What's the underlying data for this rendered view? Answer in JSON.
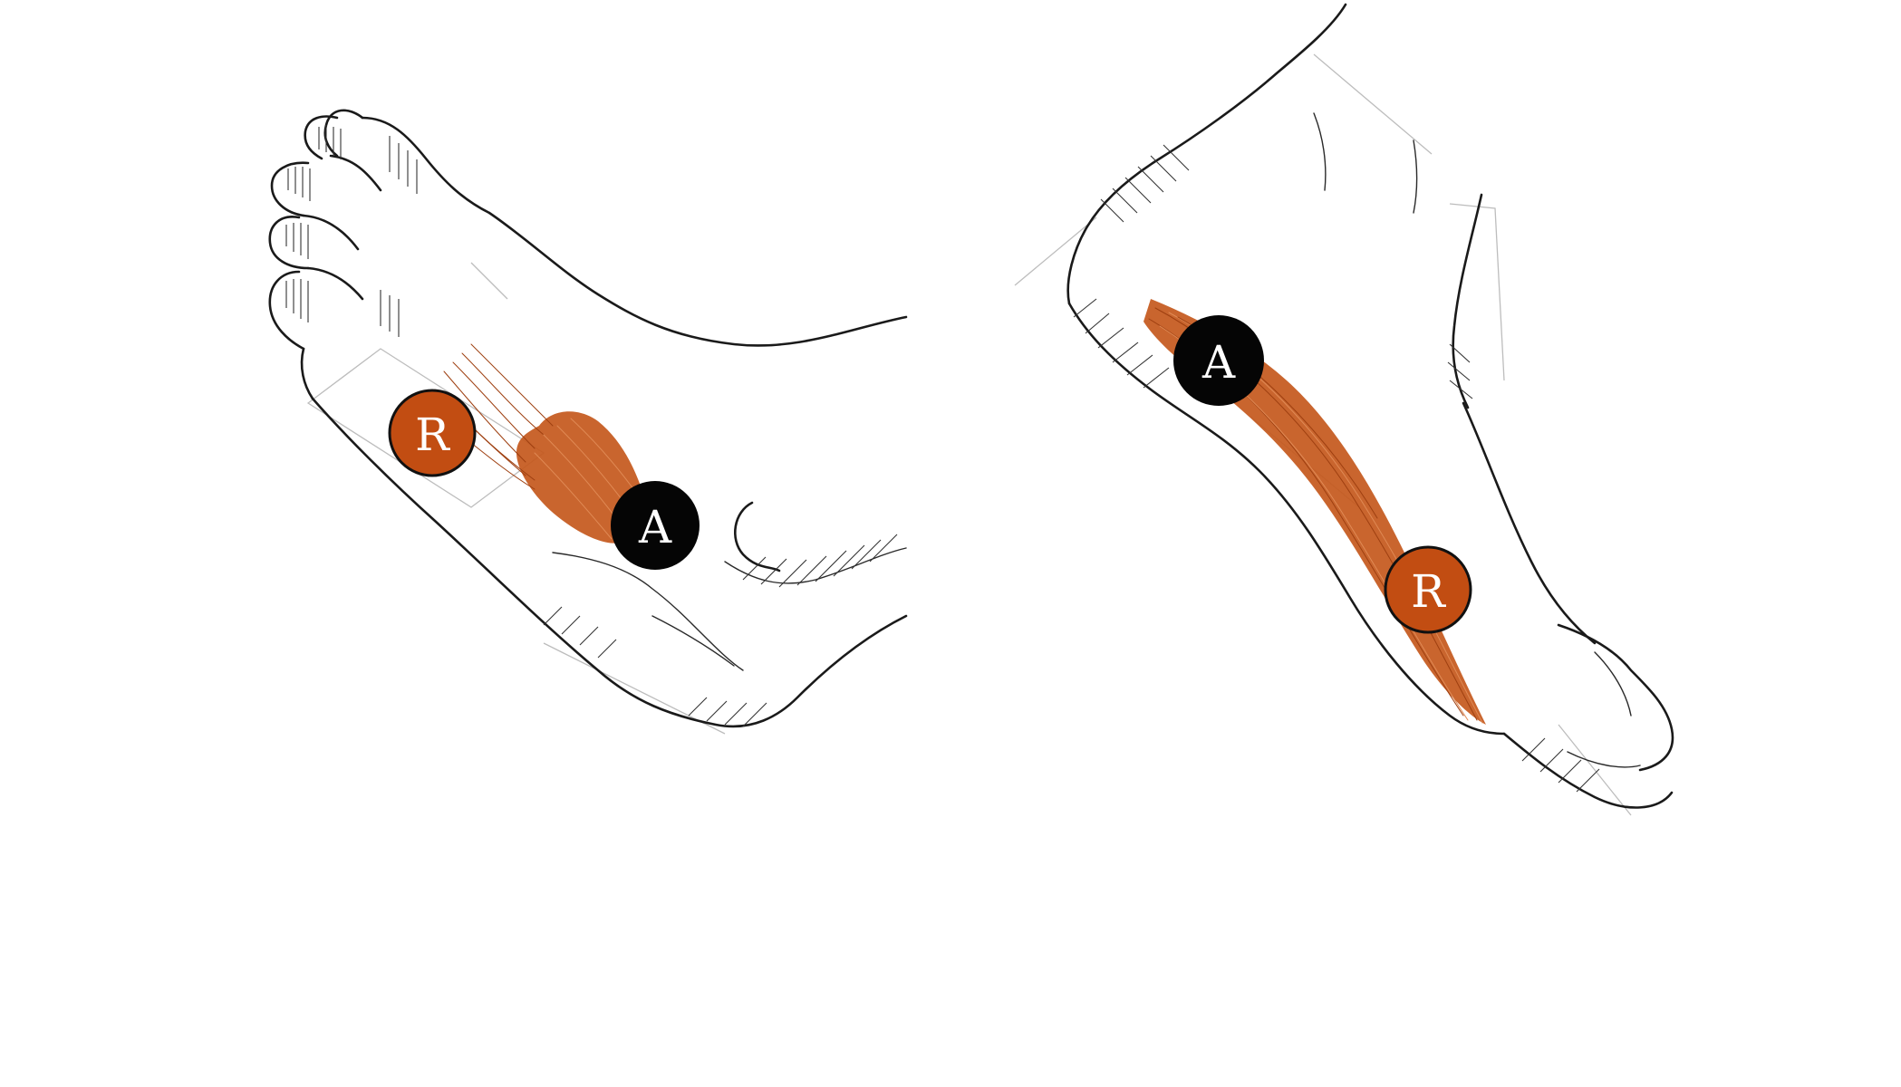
{
  "colors": {
    "muscle": "#c4581c",
    "muscle_dark": "#9e3f10",
    "origin_marker": "#c24d12",
    "attachment_marker": "#050505",
    "marker_text": "#ffffff",
    "ink": "#1a1a1a"
  },
  "figures": [
    {
      "id": "left-foot",
      "markers": [
        {
          "key": "origin",
          "label": "R"
        },
        {
          "key": "attachment",
          "label": "A"
        }
      ]
    },
    {
      "id": "right-foot",
      "markers": [
        {
          "key": "attachment",
          "label": "A"
        },
        {
          "key": "origin",
          "label": "R"
        }
      ]
    }
  ]
}
